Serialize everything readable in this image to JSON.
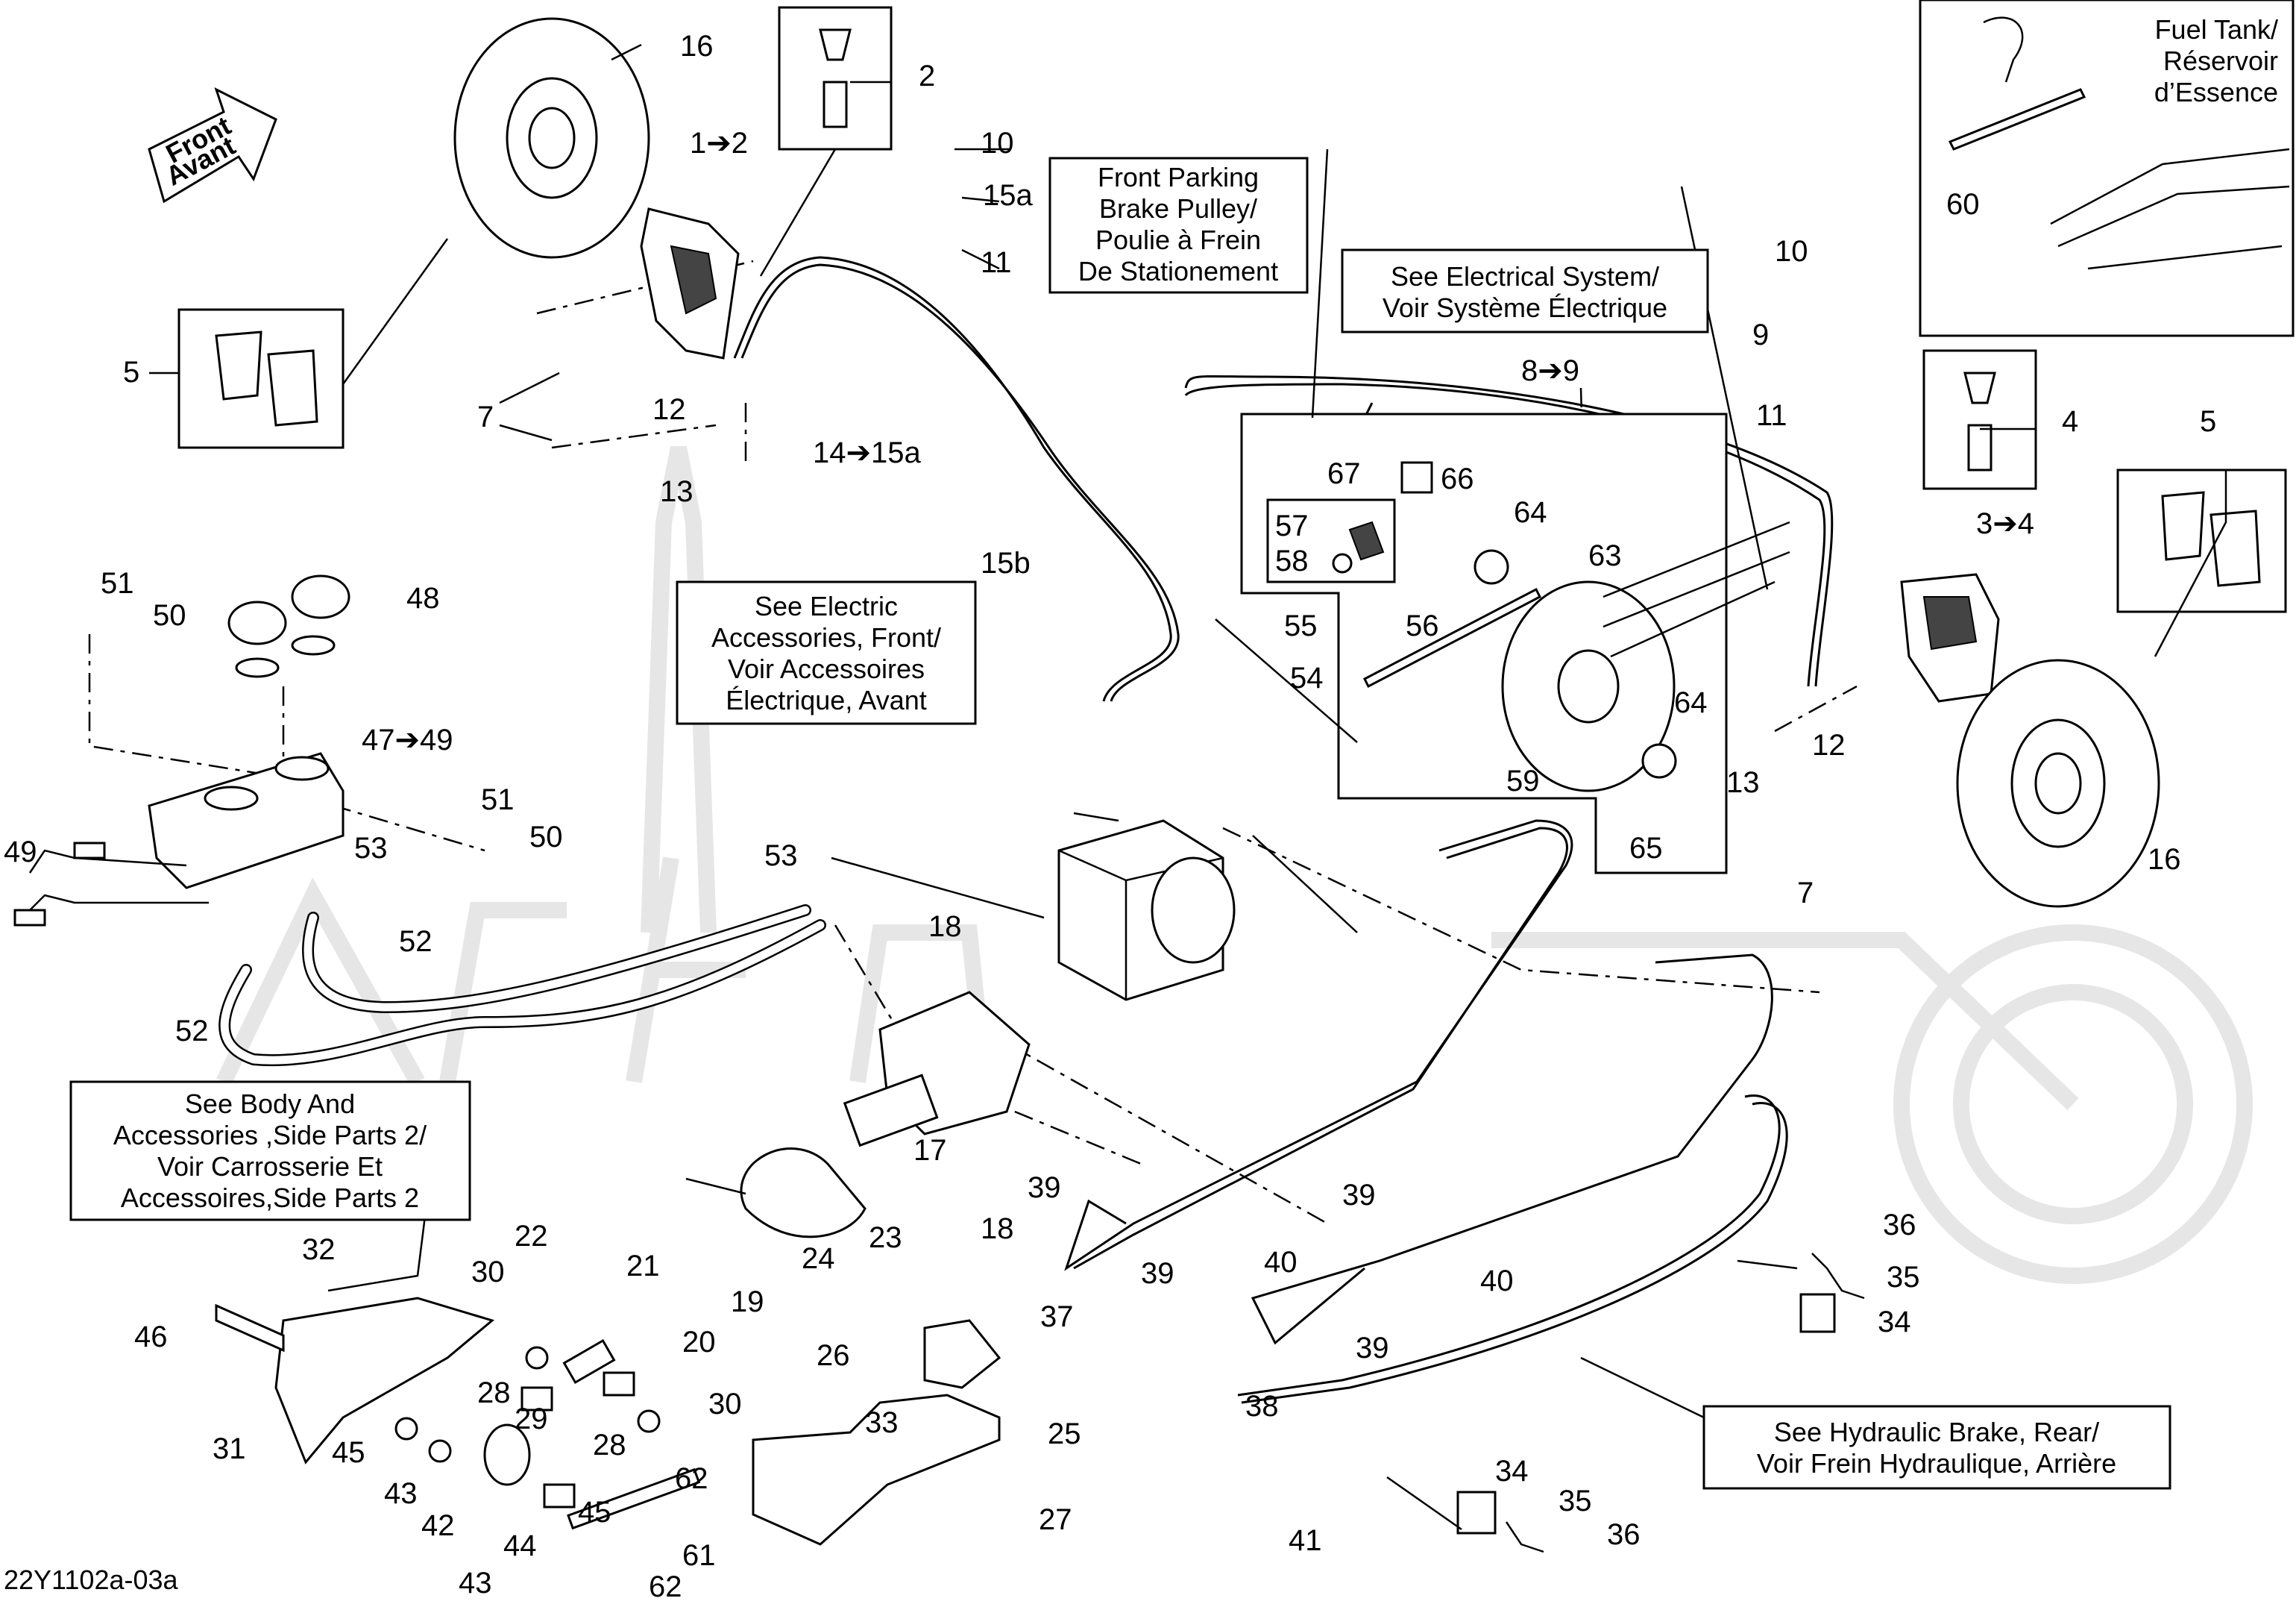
{
  "diagram_code": "22Y1102a-03a",
  "arrow_badge": {
    "line1": "Front",
    "line2": "Avant"
  },
  "callouts": {
    "front_parking": [
      "Front Parking",
      "Brake Pulley/",
      "Poulie à Frein",
      "De Stationement"
    ],
    "electrical": [
      "See Electrical System/",
      "Voir Système Électrique"
    ],
    "electric_acc": [
      "See Electric",
      "Accessories, Front/",
      "Voir Accessoires",
      "Électrique, Avant"
    ],
    "body": [
      "See Body And",
      "Accessories ,Side Parts 2/",
      "Voir Carrosserie Et",
      "Accessoires,Side Parts 2"
    ],
    "hydraulic": [
      "See Hydraulic Brake, Rear/",
      "Voir Frein Hydraulique, Arrière"
    ],
    "fuel_tank": [
      "Fuel Tank/",
      "Réservoir",
      "d’Essence"
    ]
  },
  "labels": {
    "l16a": "16",
    "l2": "2",
    "l1to2": "1➔2",
    "l10a": "10",
    "l15a": "15a",
    "l11a": "11",
    "l5a": "5",
    "l7a": "7",
    "l12a": "12",
    "l13a": "13",
    "l14to15a": "14➔15a",
    "l15b": "15b",
    "l8to9": "8➔9",
    "l10b": "10",
    "l9": "9",
    "l11b": "11",
    "l4": "4",
    "l5b": "5",
    "l3to4": "3➔4",
    "l60": "60",
    "l67": "67",
    "l66": "66",
    "l64a": "64",
    "l57": "57",
    "l58": "58",
    "l63": "63",
    "l56": "56",
    "l55": "55",
    "l54": "54",
    "l64b": "64",
    "l59": "59",
    "l65": "65",
    "l13b": "13",
    "l12b": "12",
    "l16b": "16",
    "l7b": "7",
    "l51a": "51",
    "l50a": "50",
    "l48": "48",
    "l47to49": "47➔49",
    "l51b": "51",
    "l50b": "50",
    "l49": "49",
    "l53a": "53",
    "l53b": "53",
    "l52a": "52",
    "l52b": "52",
    "l18a": "18",
    "l17": "17",
    "l18b": "18",
    "l39a": "39",
    "l39b": "39",
    "l39c": "39",
    "l39d": "39",
    "l40a": "40",
    "l40b": "40",
    "l37": "37",
    "l38": "38",
    "l23": "23",
    "l24": "24",
    "l19": "19",
    "l20": "20",
    "l21": "21",
    "l22": "22",
    "l32": "32",
    "l46": "46",
    "l30a": "30",
    "l28a": "28",
    "l29": "29",
    "l28b": "28",
    "l30b": "30",
    "l31": "31",
    "l45a": "45",
    "l43a": "43",
    "l42": "42",
    "l44": "44",
    "l45b": "45",
    "l62a": "62",
    "l43b": "43",
    "l62b": "62",
    "l61": "61",
    "l26": "26",
    "l33": "33",
    "l25": "25",
    "l27": "27",
    "l36a": "36",
    "l35a": "35",
    "l34a": "34",
    "l41": "41",
    "l34b": "34",
    "l35b": "35",
    "l36b": "36"
  }
}
